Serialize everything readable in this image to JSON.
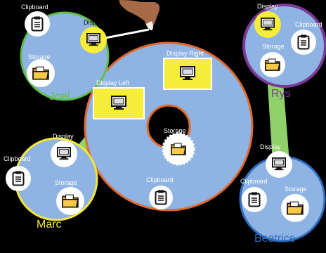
{
  "center": {
    "labels": {
      "display_left": "Display Left",
      "display_right": "Display Right",
      "storage": "Storage",
      "clipboard": "Clipboard"
    }
  },
  "users": {
    "joel": {
      "name": "Joel",
      "color": "#5fbf4a",
      "display": "Display",
      "storage": "Storage",
      "clipboard": "Clipboard"
    },
    "rys": {
      "name": "Rys",
      "color": "#7a3b96",
      "display": "Display",
      "storage": "Storage",
      "clipboard": "Clipboard"
    },
    "marc": {
      "name": "Marc",
      "color": "#f2e63a",
      "display": "Display",
      "storage": "Storage",
      "clipboard": "Clipboard"
    },
    "beatrice": {
      "name": "Beatrice",
      "color": "#2f6fc0",
      "display": "Display",
      "storage": "Storage",
      "clipboard": "Clipboard"
    }
  },
  "colors": {
    "background": "#000000",
    "region_fill": "#8fb4e3",
    "center_ring": "#e06a2e",
    "link": "#8fd26a",
    "display_box": "#f6ec3a"
  },
  "icons": {
    "display": "monitor-icon",
    "storage": "folder-icon",
    "clipboard": "clipboard-icon"
  }
}
